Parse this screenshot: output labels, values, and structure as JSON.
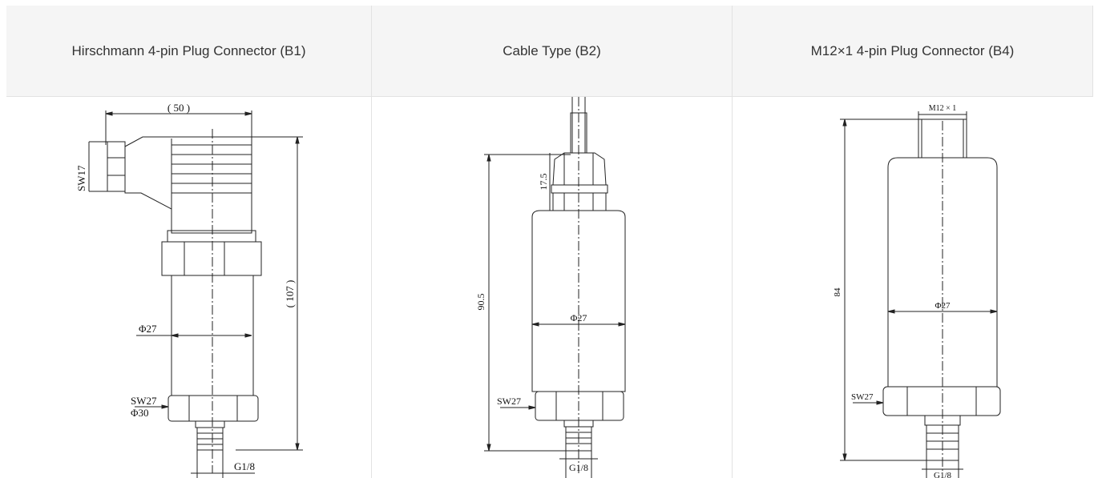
{
  "columns": [
    {
      "header": "Hirschmann 4-pin Plug Connector (B1)",
      "dims": {
        "width": "( 50 )",
        "wrench_top": "SW17",
        "height": "( 107 )",
        "diameter": "Φ27",
        "wrench_bottom": "SW27",
        "diameter_bottom": "Φ30",
        "thread": "G1/8"
      }
    },
    {
      "header": "Cable Type (B2)",
      "dims": {
        "gland": "17.5",
        "height": "90.5",
        "diameter": "Φ27",
        "wrench_bottom": "SW27",
        "thread": "G1/8"
      }
    },
    {
      "header": "M12×1 4-pin Plug Connector (B4)",
      "dims": {
        "connector": "M12 × 1",
        "height": "84",
        "diameter": "Φ27",
        "wrench_bottom": "SW27",
        "thread": "G1/8"
      }
    }
  ],
  "colors": {
    "header_bg": "#f5f5f5",
    "border": "#e2e2e2",
    "line": "#222222"
  }
}
